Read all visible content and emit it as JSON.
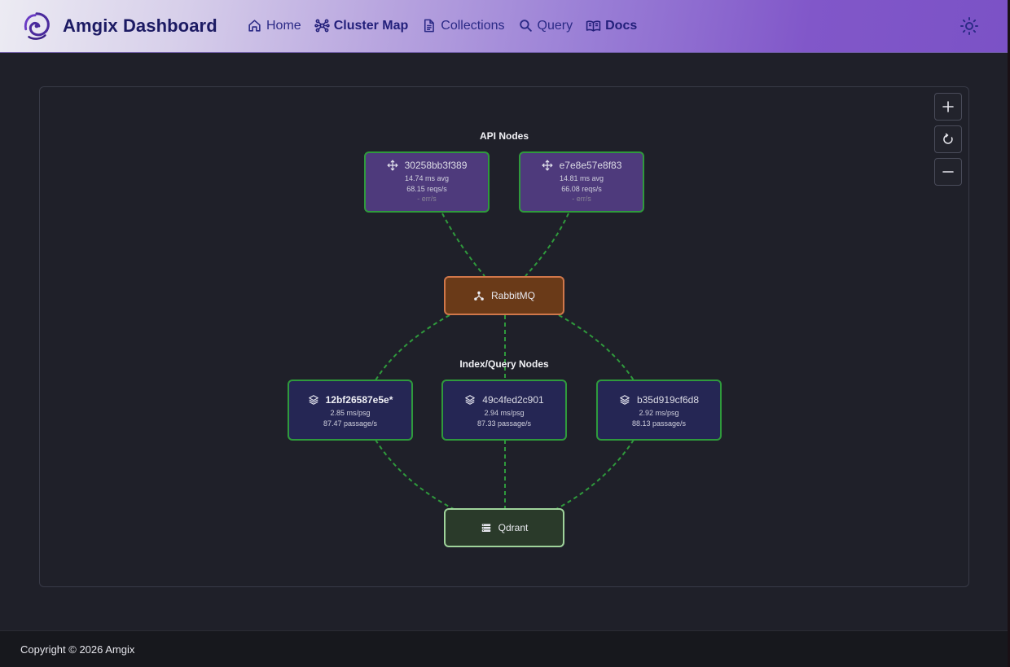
{
  "app": {
    "title": "Amgix Dashboard"
  },
  "nav": {
    "items": [
      {
        "label": "Home",
        "icon": "home-icon"
      },
      {
        "label": "Cluster Map",
        "icon": "cluster-icon",
        "active": true
      },
      {
        "label": "Collections",
        "icon": "document-icon"
      },
      {
        "label": "Query",
        "icon": "search-icon"
      },
      {
        "label": "Docs",
        "icon": "book-icon"
      }
    ],
    "theme_icon": "sun-icon"
  },
  "map": {
    "api_group_label": "API Nodes",
    "index_group_label": "Index/Query Nodes",
    "api_nodes": [
      {
        "id": "30258bb3f389",
        "latency": "14.74 ms avg",
        "rate": "68.15 reqs/s",
        "errors": "- err/s"
      },
      {
        "id": "e7e8e57e8f83",
        "latency": "14.81 ms avg",
        "rate": "66.08 reqs/s",
        "errors": "- err/s"
      }
    ],
    "broker": {
      "label": "RabbitMQ",
      "icon": "broker-icon"
    },
    "index_nodes": [
      {
        "id": "12bf26587e5e*",
        "latency": "2.85 ms/psg",
        "rate": "87.47 passage/s"
      },
      {
        "id": "49c4fed2c901",
        "latency": "2.94 ms/psg",
        "rate": "87.33 passage/s"
      },
      {
        "id": "b35d919cf6d8",
        "latency": "2.92 ms/psg",
        "rate": "88.13 passage/s"
      }
    ],
    "store": {
      "label": "Qdrant",
      "icon": "database-icon"
    },
    "controls": [
      "zoom-in",
      "reset",
      "zoom-out"
    ],
    "colors": {
      "edge": "#2f9a3c",
      "api_node": "#4e3a7c",
      "index_node": "#252654",
      "broker_node": "#6a3a18",
      "store_node": "#2a3a2a"
    }
  },
  "footer": {
    "copyright": "Copyright © 2026 Amgix"
  }
}
